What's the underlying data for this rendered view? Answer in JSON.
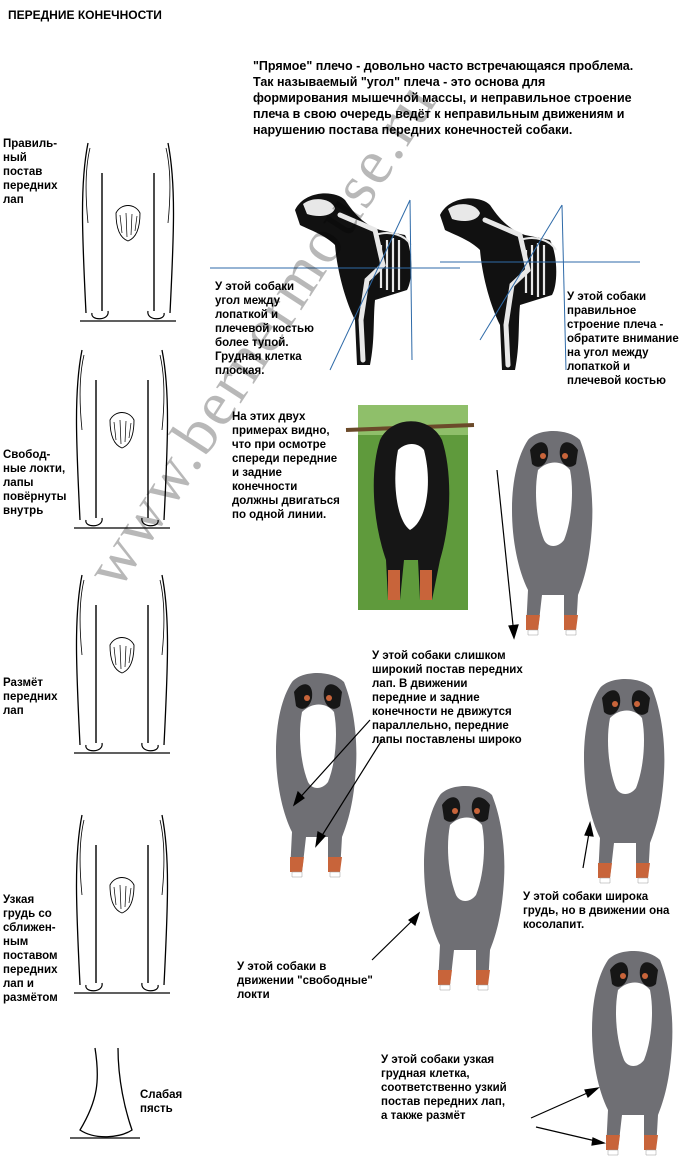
{
  "title": "ПЕРЕДНИЕ КОНЕЧНОСТИ",
  "intro": "\"Прямое\" плечо - довольно часто встречающаяся проблема.\n Так называемый \"угол\" плеча - это основа для\nформирования мышечной массы, и неправильное строение\nплеча в свою очередь ведёт к неправильным движениям и\nнарушению постава передних конечностей собаки.",
  "left_labels": {
    "correct": "Правиль-\nный\nпостав\nпередних\nлап",
    "loose_elbows": "Свобод-\nные локти,\nлапы\nповёрнуты\nвнутрь",
    "paddling": "Размёт\nпередних\nлап",
    "narrow_chest": "Узкая\nгрудь со\nсближен-\nным\nпоставом\nпередних\nлап и\nразмётом",
    "weak_pastern": "Слабая\nпясть"
  },
  "captions": {
    "blunt_angle": "У этой собаки\nугол между\nлопаткой и\nплечевой костью\n более тупой.\nГрудная клетка\nплоская.",
    "correct_shoulder": "У этой собаки\nправильное\nстроение плеча -\nобратите внимание\nна угол между\nлопаткой и\nплечевой костью",
    "one_line": "На этих двух\nпримерах видно,\nчто при осмотре\nспереди передние\nи задние\nконечности\nдолжны двигаться\nпо одной линии.",
    "wide_front": "У этой собаки слишком\nширокий постав передних\nлап. В движении\nпередние и задние\nконечности не движутся\nпараллельно, передние\nлапы поставлены широко",
    "wide_chest": "У этой собаки широка\nгрудь, но в движении она\nкосолапит.",
    "loose_elbows_dog": "У этой собаки в\nдвижении \"свободные\"\nлокти",
    "narrow_dog": "У этой собаки узкая\nгрудная клетка,\nсоответственно узкий\nпостав передних лап,\nа также размёт"
  },
  "watermark": "www.bernermouse.ru",
  "colors": {
    "dog_gray": "#6f6f74",
    "dog_black": "#161616",
    "dog_rust": "#c8643a",
    "dog_white": "#ffffff",
    "grass": "#5f9a3c",
    "pointer_line": "#2e6aa8"
  },
  "icons": [
    "dog-legs-front-sketch",
    "dog-skeleton-xray",
    "bernese-dog-photo",
    "bernese-dog-cutout"
  ]
}
